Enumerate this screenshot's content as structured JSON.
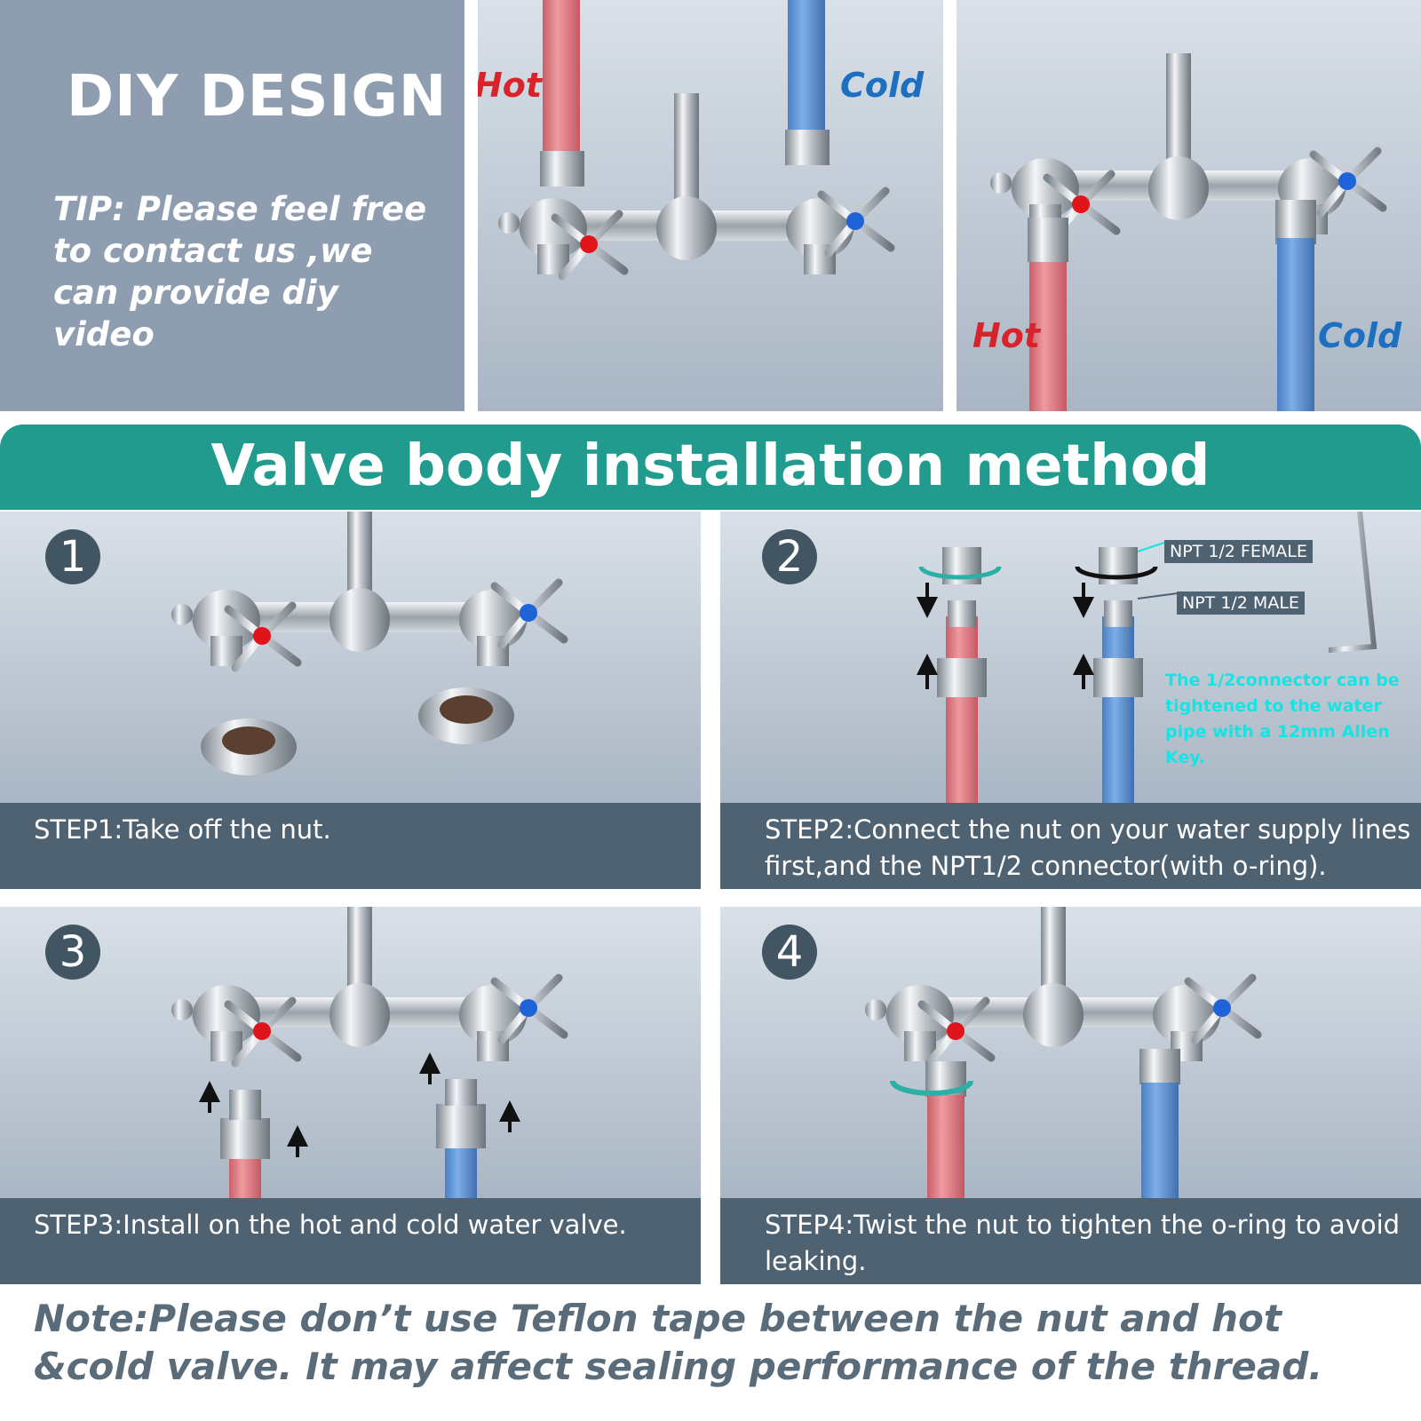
{
  "diy": {
    "title": "DIY DESIGN",
    "tip": "TIP: Please feel free to contact us ,we can provide diy video"
  },
  "top_panels": {
    "hot_label": "Hot",
    "cold_label": "Cold"
  },
  "banner": {
    "title": "Valve body installation method"
  },
  "steps": [
    {
      "number": "1",
      "caption": "STEP1:Take off the nut."
    },
    {
      "number": "2",
      "caption": "STEP2:Connect the nut on your water supply lines first,and the NPT1/2 connector(with o-ring)."
    },
    {
      "number": "3",
      "caption": "STEP3:Install on the hot and cold water valve."
    },
    {
      "number": "4",
      "caption": "STEP4:Twist the nut to tighten the o-ring to avoid leaking."
    }
  ],
  "step2_tags": {
    "female": "NPT 1/2 FEMALE",
    "male": "NPT 1/2 MALE",
    "allen_note": "The 1/2connector can be tightened to the water pipe with a 12mm Allen Key."
  },
  "note": "Note:Please don’t use Teflon tape between the nut and hot &cold valve. It may affect sealing performance of the thread.",
  "colors": {
    "hot_pipe": "#e57d86",
    "cold_pipe": "#5e93d6",
    "banner": "#219b8e",
    "caption_bar": "#4f6272",
    "accent_teal": "#2bb0a6"
  },
  "icons": [
    "cross-handle-icon",
    "rotate-arrow-icon",
    "down-arrow-icon",
    "up-arrow-icon",
    "allen-key-icon"
  ]
}
